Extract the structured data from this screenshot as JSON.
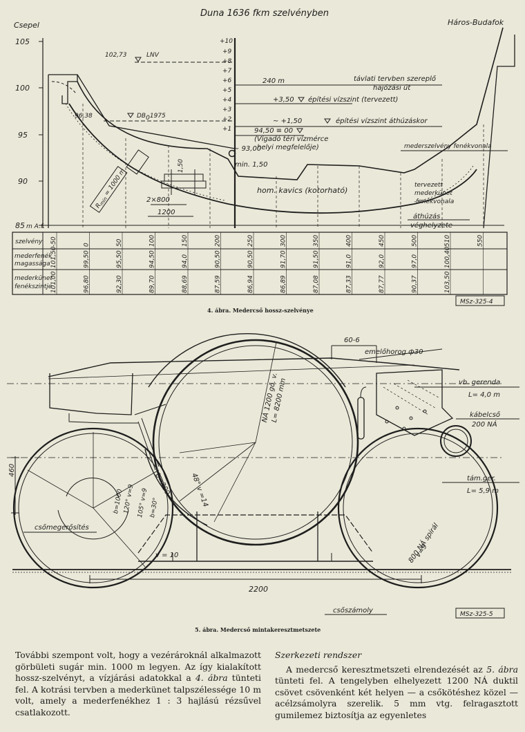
{
  "figure4": {
    "title": "Duna 1636 fkm szelvényben",
    "left_place": "Csepel",
    "right_place": "Háros-Budafok",
    "y_ticks": [
      "105",
      "100",
      "95",
      "90",
      "85"
    ],
    "unit": "m A.f.",
    "gauge_ticks": [
      "+10",
      "+9",
      "+8",
      "+7",
      "+6",
      "+5",
      "+4",
      "+3",
      "+2",
      "+1"
    ],
    "annotations": {
      "lnv_value": "102,73",
      "lnv": "LNV",
      "db_value": "96,38",
      "db": "DB",
      "db_sub": "0",
      "db_year": "1975",
      "width_240": "240 m",
      "future_line1": "távlati tervben szereplő",
      "future_line2": "hajózási út",
      "built_level": "+3,50",
      "built_text": "építési vízszint (tervezett)",
      "pull_level": "+1,50",
      "pull_text": "építési vízszint áthúzáskor",
      "zero_level": "94,50 ≡ 00",
      "gauge_line1": "(Vigadó téri vízmérce",
      "gauge_line2": "helyi megfelelője)",
      "level_9300": "93,00",
      "min_150": "min. 1,50",
      "v150": "1,50",
      "radius": "R",
      "radius_sub": "min",
      "radius_val": "1000 m",
      "pipes": "2×800",
      "dim_1200": "1200",
      "gravel": "hom. kavics (kotorható)",
      "riverbed_line": "mederszelvény fenékvonala",
      "planned1": "tervezett",
      "planned2": "mederkünet",
      "planned3": "fenékvonala",
      "pull_end1": "áthúzás",
      "pull_end2": "véghelyzete"
    },
    "table": {
      "row_labels": [
        "szelvény",
        "mederfenék magassága",
        "mederkünet fenékszintje"
      ],
      "row_label_lines": [
        [
          "szelvény"
        ],
        [
          "mederfenék",
          "magassága"
        ],
        [
          "mederkünet",
          "fenékszintje"
        ]
      ],
      "szelveny": [
        "-50",
        "0",
        "50",
        "100",
        "150",
        "200",
        "250",
        "300",
        "350",
        "400",
        "450",
        "500",
        "510",
        "550"
      ],
      "mederfenek": [
        "101,50",
        "99,50",
        "95,50",
        "94,50",
        "94,0",
        "90,50",
        "90,50",
        "91,70",
        "91,50",
        "91,0",
        "92,0",
        "97,0",
        "100,40",
        ""
      ],
      "kunet": [
        "101,00",
        "96,80",
        "92,30",
        "89,70",
        "88,69",
        "87,59",
        "86,94",
        "86,89",
        "87,08",
        "87,33",
        "87,77",
        "90,37",
        "103,50",
        ""
      ]
    },
    "stamp": "MSz-325-4",
    "caption": "4. ábra. Medercső hossz-szelvénye"
  },
  "figure5": {
    "pipe_label1": "NÁ 1200 gö. v.",
    "pipe_label2": "L= 8200 mm",
    "angle_48": "48° v =14",
    "b300": "b=300",
    "dim_460": "460",
    "b1000": "b=1000",
    "a120": "120° v=9",
    "a105": "105° v=9",
    "b30": "b=30°",
    "reinforcement": "csőmegerősítés",
    "v10": "v = 10",
    "dim_2200": "2200",
    "sled": "csőszámoly",
    "spiral1": "800 NÁ spirál",
    "spiral2": "v=9",
    "top_dim": "60-6",
    "hook": "emelőhorog ф30",
    "beam1": "vb. gerenda",
    "beam2": "L= 4,0 m",
    "cable1": "kábelcső",
    "cable2": "200 NÁ",
    "support1": "tám.ger.",
    "support2": "L= 5,9 m",
    "stamp": "MSz-325-5",
    "caption": "5. ábra. Medercső mintakeresztmetszete"
  },
  "text": {
    "left_p1": "További szempont volt, hogy a vezérároknál alkalmazott görbületi sugár min. 1000 m legyen. Az így kialakított hossz-szelvényt, a vízjárási adatokkal a ",
    "left_ref": "4. ábra",
    "left_p2": " tünteti fel. A kotrási tervben a mederkünet talpszélessége 10 m volt, amely a mederfenékhez 1 : 3 hajlású rézsűvel csatlakozott.",
    "right_heading": "Szerkezeti rendszer",
    "right_p1": "A medercső keresztmetszeti elrendezését az ",
    "right_ref": "5. ábra",
    "right_p2": " tünteti fel. A tengelyben elhelyezett 1200 NÁ duktil csövet csövenként két helyen — a csőkötéshez közel — acélzsámolyra szerelik. 5 mm vtg. felragasztott gumilemez biztosítja az egyenletes"
  }
}
